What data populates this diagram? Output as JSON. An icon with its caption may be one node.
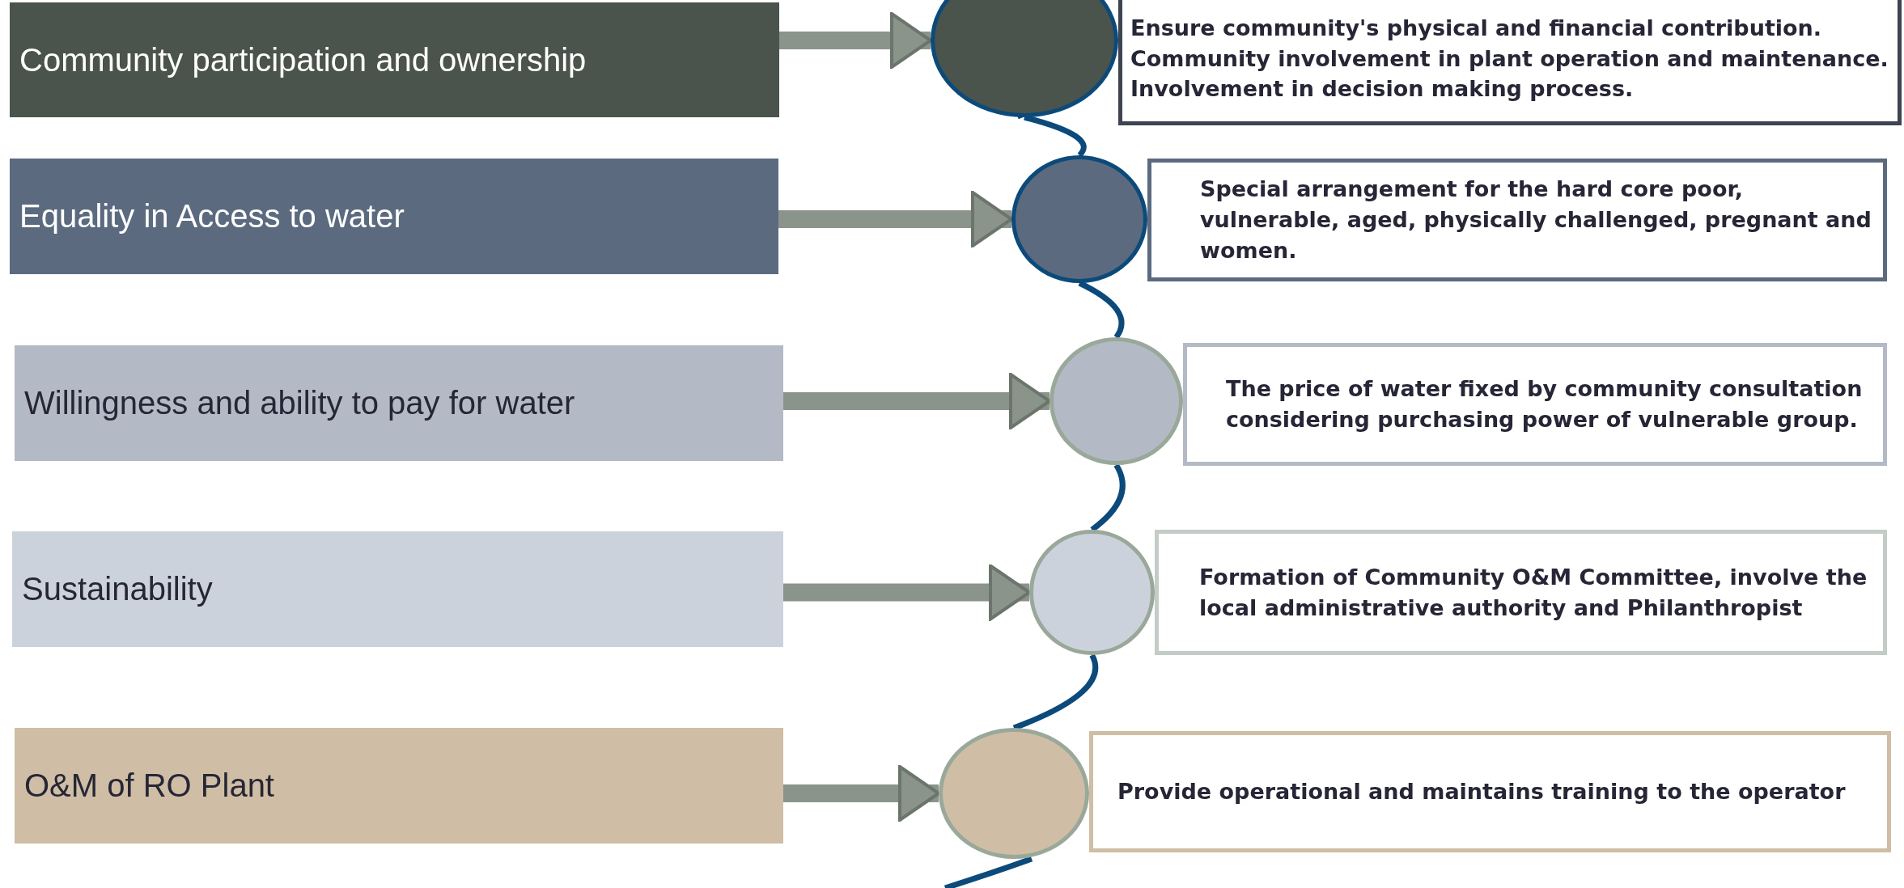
{
  "diagram": {
    "nodes": [
      {
        "text": [
          "Community participation and ownership"
        ]
      },
      {
        "text": [],
        "shape": "circle"
      },
      {
        "text": [
          "Ensure community's physical and financial contribution.",
          "Community involvement in plant operation and maintenance.",
          "Involvement in decision making process."
        ]
      },
      {
        "text": [
          "Equality in Access to water"
        ]
      },
      {
        "text": [],
        "shape": "circle"
      },
      {
        "text": [
          "Special arrangement for the hard core poor, vulnerable, aged, physically challenged, pregnant and women."
        ]
      },
      {
        "text": [
          "Willingness and ability to pay for water"
        ]
      },
      {
        "text": [],
        "shape": "circle"
      },
      {
        "text": [
          "The price of water fixed by community consultation considering purchasing power of vulnerable group."
        ]
      },
      {
        "text": [
          "Sustainability"
        ]
      },
      {
        "text": [],
        "shape": "circle"
      },
      {
        "text": [
          "Formation of Community O&M Committee, involve the local administrative authority and Philanthropist"
        ]
      },
      {
        "text": [
          "O&M of RO Plant"
        ]
      },
      {
        "text": [],
        "shape": "circle"
      },
      {
        "text": [
          "Provide operational and maintains training to the operator"
        ]
      }
    ],
    "edges": [
      {
        "from": 0,
        "to": 1,
        "arrow": "to"
      },
      {
        "from": 3,
        "to": 4,
        "arrow": "to"
      },
      {
        "from": 6,
        "to": 7,
        "arrow": "to"
      },
      {
        "from": 9,
        "to": 10,
        "arrow": "to"
      },
      {
        "from": 12,
        "to": 13,
        "arrow": "to"
      },
      {
        "from": 1,
        "to": 4,
        "arrow": "none",
        "color": "#0b4a7a"
      },
      {
        "from": 4,
        "to": 7,
        "arrow": "none",
        "color": "#0b4a7a"
      },
      {
        "from": 7,
        "to": 10,
        "arrow": "none",
        "color": "#0b4a7a"
      },
      {
        "from": 10,
        "to": 13,
        "arrow": "none",
        "color": "#0b4a7a"
      }
    ]
  }
}
